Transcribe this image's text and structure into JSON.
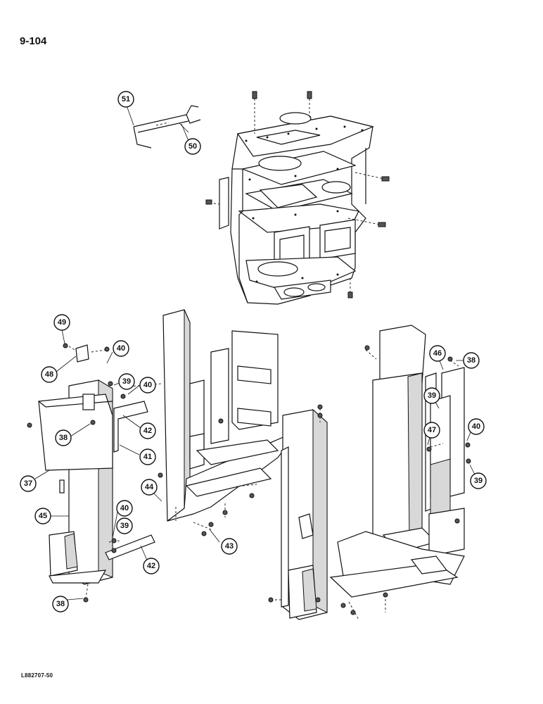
{
  "page_number": "9-104",
  "figure_reference": "L882707-50",
  "callouts": [
    {
      "id": "c51",
      "label": "51"
    },
    {
      "id": "c50",
      "label": "50"
    },
    {
      "id": "c49",
      "label": "49"
    },
    {
      "id": "c40a",
      "label": "40"
    },
    {
      "id": "c48",
      "label": "48"
    },
    {
      "id": "c39a",
      "label": "39"
    },
    {
      "id": "c40b",
      "label": "40"
    },
    {
      "id": "c38a",
      "label": "38"
    },
    {
      "id": "c42a",
      "label": "42"
    },
    {
      "id": "c41",
      "label": "41"
    },
    {
      "id": "c37",
      "label": "37"
    },
    {
      "id": "c44",
      "label": "44"
    },
    {
      "id": "c45",
      "label": "45"
    },
    {
      "id": "c40c",
      "label": "40"
    },
    {
      "id": "c39b",
      "label": "39"
    },
    {
      "id": "c42b",
      "label": "42"
    },
    {
      "id": "c43",
      "label": "43"
    },
    {
      "id": "c38b",
      "label": "38"
    },
    {
      "id": "c46",
      "label": "46"
    },
    {
      "id": "c38c",
      "label": "38"
    },
    {
      "id": "c39c",
      "label": "39"
    },
    {
      "id": "c47",
      "label": "47"
    },
    {
      "id": "c40d",
      "label": "40"
    },
    {
      "id": "c39d",
      "label": "39"
    }
  ]
}
